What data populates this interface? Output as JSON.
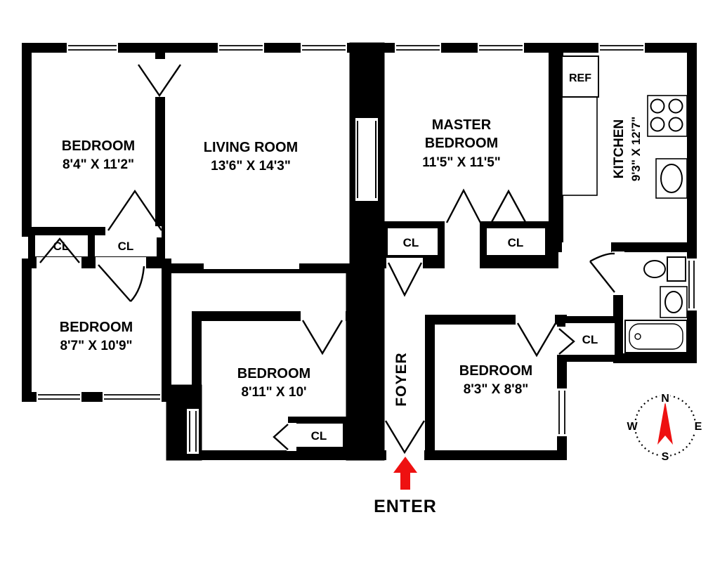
{
  "floor_plan": {
    "rooms": {
      "bedroom_top_left": {
        "name": "BEDROOM",
        "dims": "8'4\" X 11'2\""
      },
      "living_room": {
        "name": "LIVING ROOM",
        "dims": "13'6\" X 14'3\""
      },
      "master_bedroom": {
        "name_line1": "MASTER",
        "name_line2": "BEDROOM",
        "dims": "11'5\" X 11'5\""
      },
      "kitchen": {
        "name": "KITCHEN",
        "dims": "9'3\" X 12'7\""
      },
      "bedroom_bottom_left": {
        "name": "BEDROOM",
        "dims": "8'7\" X 10'9\""
      },
      "bedroom_bottom_middle": {
        "name": "BEDROOM",
        "dims": "8'11\" X 10'"
      },
      "bedroom_bottom_right": {
        "name": "BEDROOM",
        "dims": "8'3\" X 8'8\""
      },
      "foyer": {
        "name": "FOYER"
      }
    },
    "labels": {
      "closet": "CL",
      "refrigerator": "REF",
      "enter": "ENTER"
    },
    "compass": {
      "north": "N",
      "south": "S",
      "east": "E",
      "west": "W"
    },
    "colors": {
      "wall": "#000000",
      "accent_red": "#ee1111"
    }
  }
}
